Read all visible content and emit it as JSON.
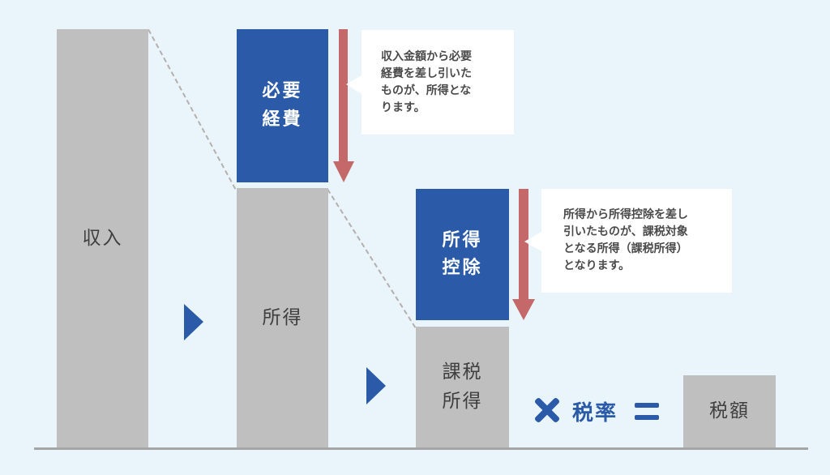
{
  "palette": {
    "background": "#e9f4fb",
    "bar_gray": "#bfbfbf",
    "box_blue": "#2b5aa8",
    "arrow_red": "#c4686a",
    "baseline_gray": "#a5a5a5",
    "dash_gray": "#b5b0ad",
    "bar_label_color": "#3f3f3f",
    "bubble_text_color": "#4a4a4a"
  },
  "bars": [
    {
      "id": "income",
      "label": "収入"
    },
    {
      "id": "net-income",
      "label": "所得"
    },
    {
      "id": "taxable-income",
      "label": "課税\n所得"
    },
    {
      "id": "tax-amount",
      "label": "税額"
    }
  ],
  "deduction_boxes": [
    {
      "id": "necessary-expenses",
      "label": "必要\n経費"
    },
    {
      "id": "income-deduction",
      "label": "所得\n控除"
    }
  ],
  "callouts": [
    {
      "text": "収入金額から必要\n経費を差し引いた\nものが、所得とな\nります。"
    },
    {
      "text": "所得から所得控除を差し\n引いたものが、課税対象\nとなる所得（課税所得）\nとなります。"
    }
  ],
  "formula": {
    "operator_multiply": "×",
    "rate_label": "税率",
    "operator_equals": "="
  },
  "icons": {
    "multiply": "multiply-icon",
    "equals": "equals-icon",
    "step_triangle": "right-triangle-icon",
    "subtract_arrow": "down-arrow-icon"
  }
}
